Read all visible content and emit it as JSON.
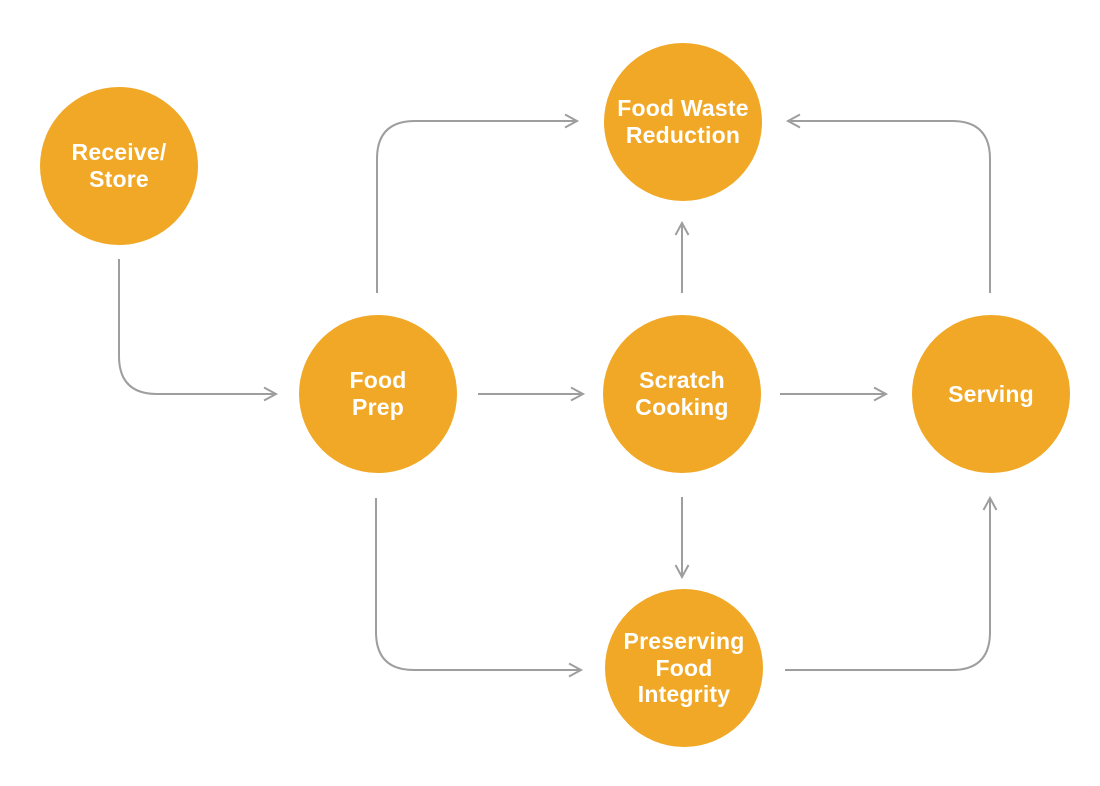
{
  "diagram": {
    "type": "flowchart",
    "colors": {
      "node_fill": "#f0a826",
      "node_text": "#ffffff",
      "arrow": "#9e9e9e",
      "background": "#ffffff"
    },
    "nodes": [
      {
        "id": "receive-store",
        "label": "Receive/\nStore"
      },
      {
        "id": "food-waste-reduction",
        "label": "Food Waste\nReduction"
      },
      {
        "id": "food-prep",
        "label": "Food\nPrep"
      },
      {
        "id": "scratch-cooking",
        "label": "Scratch\nCooking"
      },
      {
        "id": "serving",
        "label": "Serving"
      },
      {
        "id": "preserving-food-integrity",
        "label": "Preserving\nFood\nIntegrity"
      }
    ],
    "edges": [
      {
        "from": "receive-store",
        "to": "food-prep"
      },
      {
        "from": "food-prep",
        "to": "food-waste-reduction"
      },
      {
        "from": "food-prep",
        "to": "scratch-cooking"
      },
      {
        "from": "food-prep",
        "to": "preserving-food-integrity"
      },
      {
        "from": "scratch-cooking",
        "to": "food-waste-reduction"
      },
      {
        "from": "scratch-cooking",
        "to": "serving"
      },
      {
        "from": "scratch-cooking",
        "to": "preserving-food-integrity"
      },
      {
        "from": "serving",
        "to": "food-waste-reduction"
      },
      {
        "from": "preserving-food-integrity",
        "to": "serving"
      }
    ]
  }
}
